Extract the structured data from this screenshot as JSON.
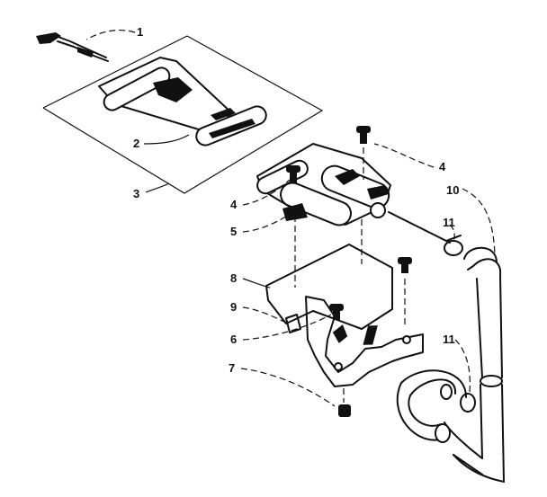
{
  "callouts": [
    {
      "id": "c1",
      "text": "1"
    },
    {
      "id": "c2",
      "text": "2"
    },
    {
      "id": "c3",
      "text": "3"
    },
    {
      "id": "c4a",
      "text": "4"
    },
    {
      "id": "c4b",
      "text": "4"
    },
    {
      "id": "c5",
      "text": "5"
    },
    {
      "id": "c6",
      "text": "6"
    },
    {
      "id": "c7",
      "text": "7"
    },
    {
      "id": "c8",
      "text": "8"
    },
    {
      "id": "c9",
      "text": "9"
    },
    {
      "id": "c10",
      "text": "10"
    },
    {
      "id": "c11a",
      "text": "11"
    },
    {
      "id": "c11b",
      "text": "11"
    }
  ],
  "colors": {
    "ink": "#111111",
    "paper": "#ffffff"
  }
}
